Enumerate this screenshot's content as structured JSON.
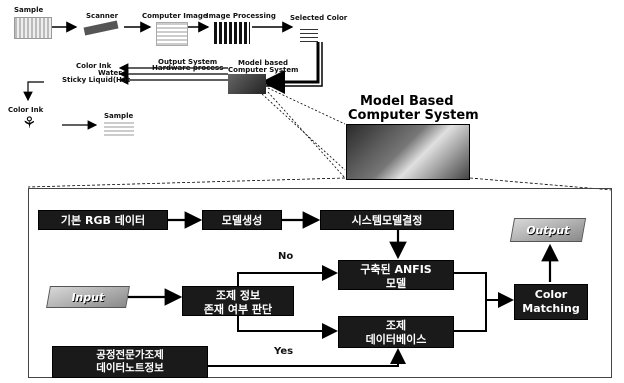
{
  "top": {
    "sample": "Sample",
    "scanner": "Scanner",
    "computer_image": "Computer Image",
    "image_processing": "Image Processing",
    "selected_color": "Selected Color",
    "output_system": "Output System",
    "hardware_process": "Hardware process",
    "model_based_small": "Model based",
    "computer_system_small": "Computer System",
    "color_ink": "Color Ink",
    "water": "Water",
    "sticky_liquid": "Sticky Liquid(Hot",
    "color_ink_2": "Color Ink",
    "sample_2": "Sample",
    "model_based_title_1": "Model Based",
    "model_based_title_2": "Computer System"
  },
  "bottom": {
    "basic_rgb": "기본 RGB 데이터",
    "model_create": "모델생성",
    "system_model_decide": "시스템모델결정",
    "built_anfis_1": "구축된 ANFIS",
    "built_anfis_2": "모델",
    "input": "Input",
    "prep_info_1": "조제 정보",
    "prep_info_2": "존재 여부 판단",
    "prep_db_1": "조제",
    "prep_db_2": "데이터베이스",
    "expert_1": "공정전문가조제",
    "expert_2": "데이터노트정보",
    "output": "Output",
    "color_matching_1": "Color",
    "color_matching_2": "Matching",
    "no": "No",
    "yes": "Yes"
  }
}
